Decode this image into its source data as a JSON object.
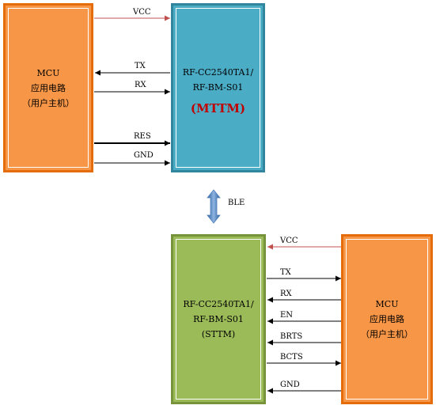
{
  "colors": {
    "mcu_fill": "#F79646",
    "mcu_border": "#E46C0A",
    "module_top_fill": "#4BACC6",
    "module_top_border": "#31859C",
    "module_bot_fill": "#9BBB59",
    "module_bot_border": "#77933C",
    "accent_red": "#C00000",
    "vcc_line": "#C0504D",
    "ble_arrow": "#4F81BD"
  },
  "top": {
    "mcu": {
      "line1": "MCU",
      "line2": "应用电路",
      "line3": "（用户主机）"
    },
    "module": {
      "line1": "RF-CC2540TA1/",
      "line2": "RF-BM-S01",
      "mode": "(MTTM)"
    },
    "signals": {
      "vcc": "VCC",
      "tx": "TX",
      "rx": "RX",
      "res": "RES",
      "gnd": "GND"
    }
  },
  "link": {
    "label": "BLE"
  },
  "bottom": {
    "module": {
      "line1": "RF-CC2540TA1/",
      "line2": "RF-BM-S01",
      "mode": "(STTM)"
    },
    "mcu": {
      "line1": "MCU",
      "line2": "应用电路",
      "line3": "（用户主机）"
    },
    "signals": {
      "vcc": "VCC",
      "tx": "TX",
      "rx": "RX",
      "en": "EN",
      "brts": "BRTS",
      "bcts": "BCTS",
      "gnd": "GND"
    }
  }
}
